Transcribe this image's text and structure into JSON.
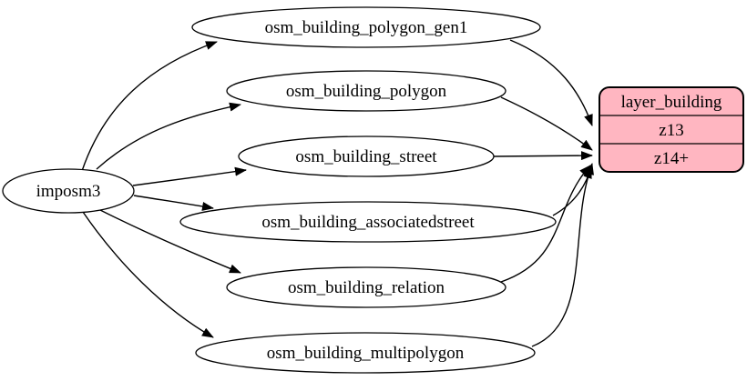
{
  "diagram": {
    "kind": "graphviz-digraph",
    "description": "ETL mapping of OSM building tables into the layer_building vector tile layer",
    "source": {
      "label": "imposm3"
    },
    "tables": [
      {
        "label": "osm_building_polygon_gen1",
        "maps_to": "z13"
      },
      {
        "label": "osm_building_polygon",
        "maps_to": "z14+"
      },
      {
        "label": "osm_building_street",
        "maps_to": "z14+"
      },
      {
        "label": "osm_building_associatedstreet",
        "maps_to": "z14+"
      },
      {
        "label": "osm_building_relation",
        "maps_to": "z14+"
      },
      {
        "label": "osm_building_multipolygon",
        "maps_to": "z14+"
      }
    ],
    "layer": {
      "title": "layer_building",
      "rows": [
        {
          "label": "z13"
        },
        {
          "label": "z14+"
        }
      ]
    },
    "edges": [
      {
        "from": "imposm3",
        "to": "osm_building_polygon_gen1"
      },
      {
        "from": "imposm3",
        "to": "osm_building_polygon"
      },
      {
        "from": "imposm3",
        "to": "osm_building_street"
      },
      {
        "from": "imposm3",
        "to": "osm_building_associatedstreet"
      },
      {
        "from": "imposm3",
        "to": "osm_building_relation"
      },
      {
        "from": "imposm3",
        "to": "osm_building_multipolygon"
      },
      {
        "from": "osm_building_polygon_gen1",
        "to": "layer_building:z13"
      },
      {
        "from": "osm_building_polygon",
        "to": "layer_building:z14+"
      },
      {
        "from": "osm_building_street",
        "to": "layer_building:z14+"
      },
      {
        "from": "osm_building_associatedstreet",
        "to": "layer_building:z14+"
      },
      {
        "from": "osm_building_relation",
        "to": "layer_building:z14+"
      },
      {
        "from": "osm_building_multipolygon",
        "to": "layer_building:z14+"
      }
    ],
    "colors": {
      "background": "#ffffff",
      "node_fill": "#ffffff",
      "layer_fill": "#ffb6c1",
      "stroke": "#000000"
    }
  }
}
